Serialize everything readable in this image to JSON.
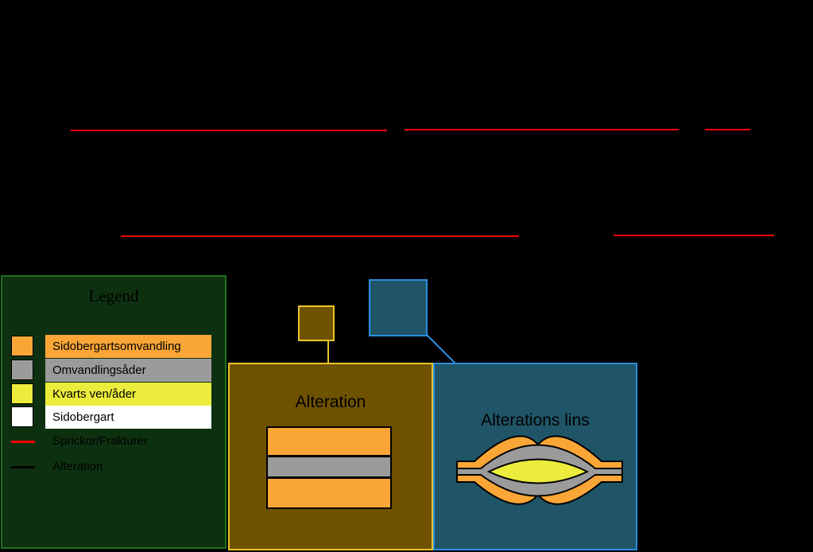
{
  "legend": {
    "title": "Legend",
    "items": [
      {
        "label": "Sidobergartsomvandling",
        "color": "#faa637"
      },
      {
        "label": "Omvandlingsåder",
        "color": "#9b9b9b"
      },
      {
        "label": "Kvarts ven/åder",
        "color": "#ebec3b"
      },
      {
        "label": "Sidobergart",
        "color": "#ffffff"
      }
    ],
    "line_items": [
      {
        "label": "Sprickor/Frakturer",
        "color": "#ff0000"
      },
      {
        "label": "Alteration",
        "color": "#000000"
      }
    ]
  },
  "panels": {
    "alteration": {
      "title": "Alteration",
      "fill": "#6f5200",
      "border": "#e8c42a"
    },
    "lens": {
      "title": "Alterations lins",
      "fill": "#1f5566",
      "border": "#2a8fe0"
    }
  }
}
